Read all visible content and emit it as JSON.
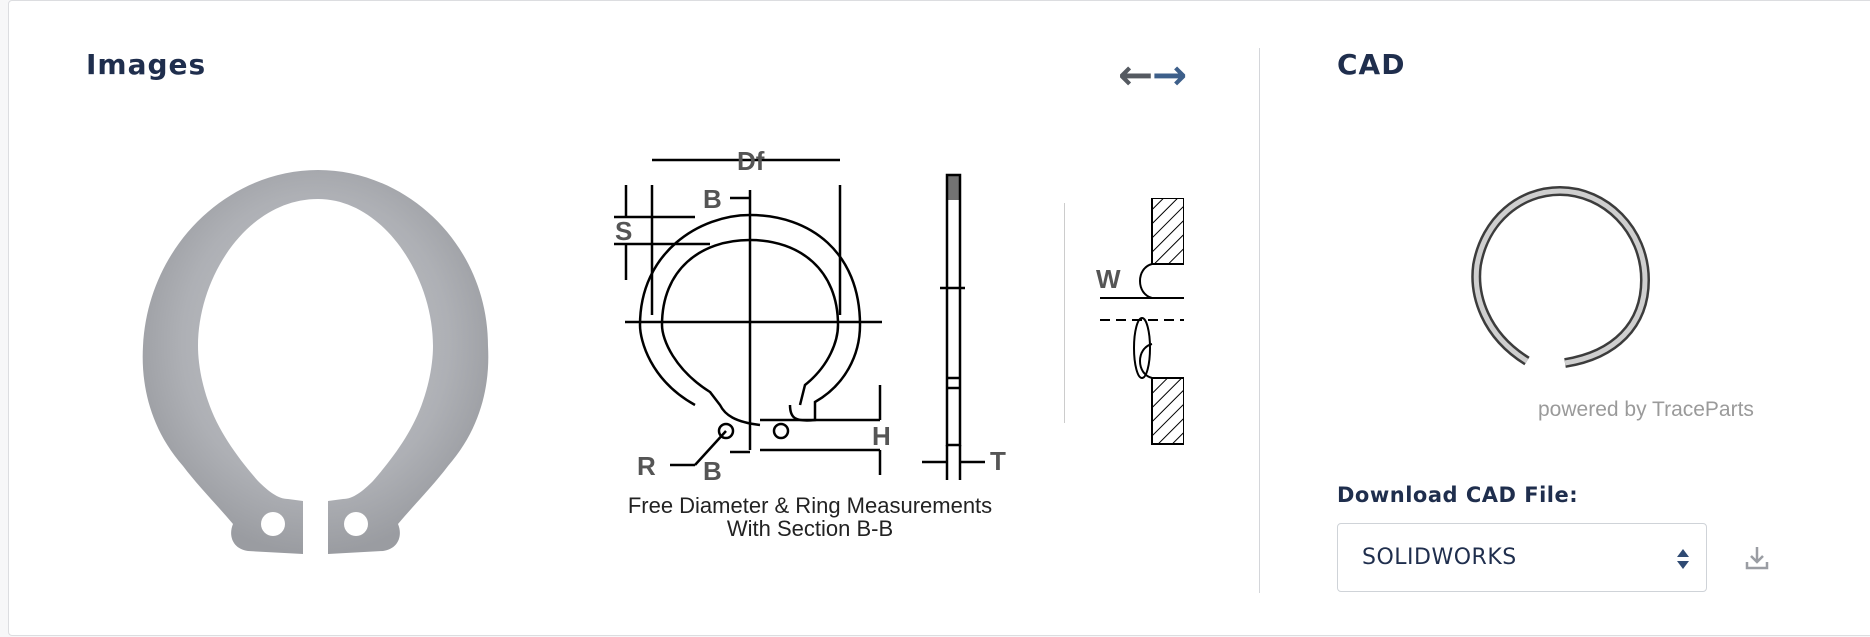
{
  "images_section": {
    "title": "Images",
    "prev_arrow": "←",
    "next_arrow": "→",
    "drawing": {
      "caption_line1": "Free Diameter & Ring Measurements",
      "caption_line2": "With Section B-B",
      "labels": {
        "df": "Df",
        "b_top": "B",
        "b_bottom": "B",
        "s": "S",
        "r": "R",
        "h": "H",
        "t": "T",
        "w": "W"
      }
    }
  },
  "cad_section": {
    "title": "CAD",
    "powered_by": "powered by TraceParts",
    "download_label": "Download CAD File:",
    "selected_format": "SOLIDWORKS"
  },
  "colors": {
    "heading": "#1f2e4d",
    "next_arrow": "#3d5f8a",
    "prev_arrow": "#555a61",
    "ring_metal": "#a7a9ae"
  },
  "icons": [
    "arrow-left-icon",
    "arrow-right-icon",
    "select-caret-icon",
    "download-icon"
  ]
}
